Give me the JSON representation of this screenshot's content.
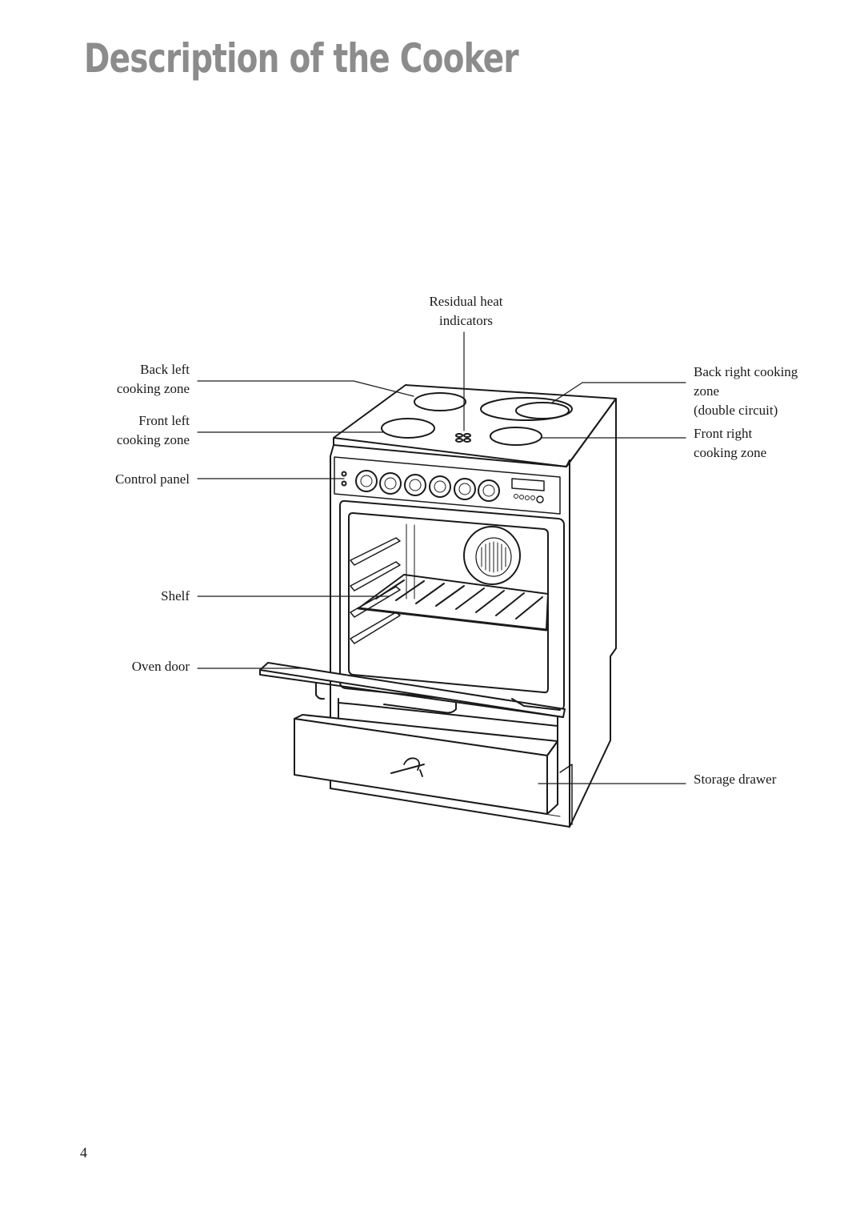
{
  "page": {
    "title": "Description of the Cooker",
    "page_number": "4"
  },
  "labels": {
    "residual_heat": [
      "Residual heat",
      "indicators"
    ],
    "back_left": [
      "Back left",
      "cooking zone"
    ],
    "front_left": [
      "Front left",
      "cooking zone"
    ],
    "control_panel": "Control panel",
    "shelf": "Shelf",
    "oven_door": "Oven door",
    "back_right": [
      "Back right cooking",
      "zone",
      "(double circuit)"
    ],
    "front_right": [
      "Front right",
      "cooking zone"
    ],
    "storage_drawer": "Storage drawer"
  },
  "colors": {
    "title": "#8c8c8c",
    "line": "#1a1a1a"
  }
}
